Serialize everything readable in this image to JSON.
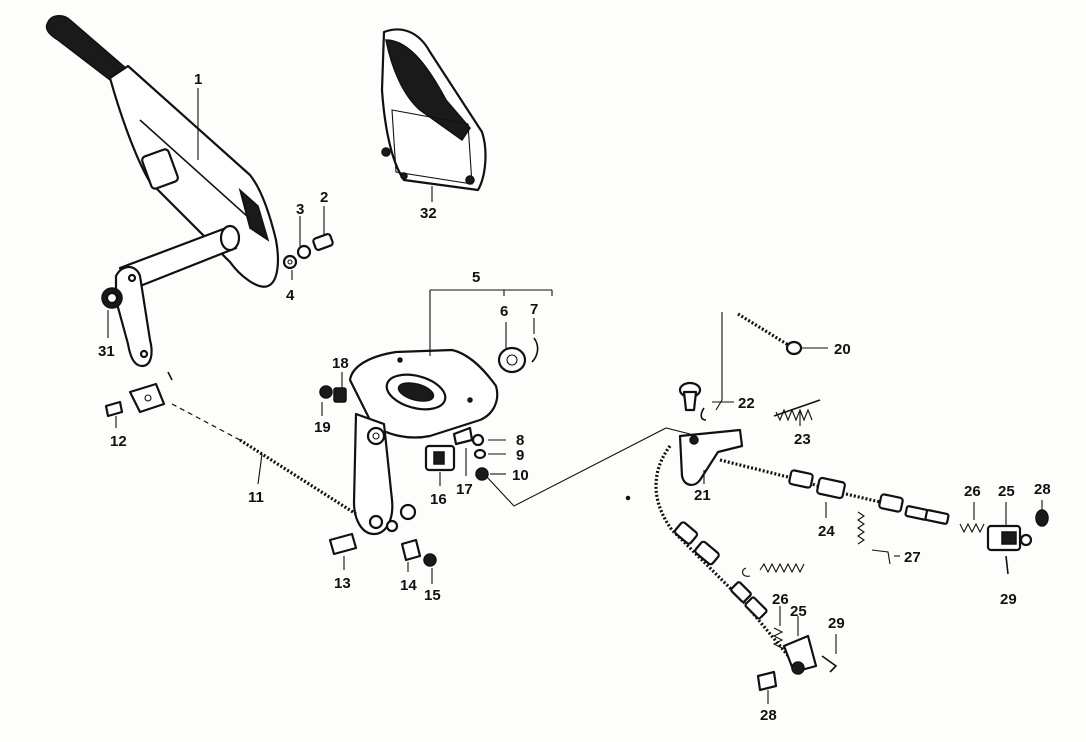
{
  "diagram": {
    "callouts": [
      "1",
      "2",
      "3",
      "4",
      "5",
      "6",
      "7",
      "8",
      "9",
      "10",
      "11",
      "12",
      "13",
      "14",
      "15",
      "16",
      "17",
      "18",
      "19",
      "20",
      "21",
      "22",
      "23",
      "24",
      "25",
      "26",
      "25",
      "26",
      "27",
      "28",
      "28",
      "29",
      "29",
      "31",
      "32"
    ]
  }
}
